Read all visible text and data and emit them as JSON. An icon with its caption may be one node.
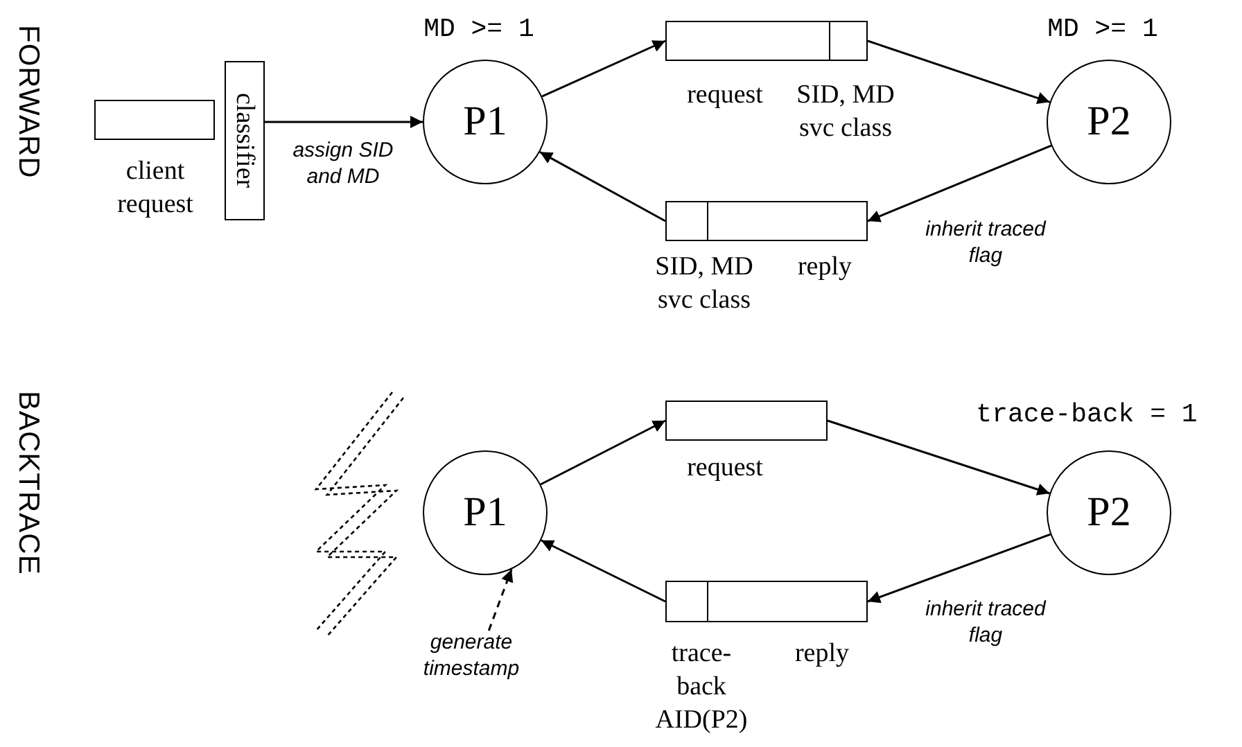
{
  "diagram": {
    "nodes": [
      {
        "text": [],
        "shape": "box",
        "beside": [
          "client request"
        ]
      },
      {
        "text": [
          "classifier"
        ]
      },
      {
        "text": [
          "P1"
        ],
        "beside": [
          "MD >= 1"
        ]
      },
      {
        "text": [],
        "shape": "bar",
        "beside": [
          "request",
          "SID, MD svc class"
        ]
      },
      {
        "text": [
          "P2"
        ],
        "beside": [
          "MD >= 1"
        ]
      },
      {
        "text": [],
        "shape": "bar",
        "beside": [
          "SID, MD svc class",
          "reply"
        ]
      },
      {
        "text": [
          "P1"
        ]
      },
      {
        "text": [],
        "shape": "bar",
        "beside": [
          "request"
        ]
      },
      {
        "text": [
          "P2"
        ],
        "beside": [
          "trace-back = 1"
        ]
      },
      {
        "text": [],
        "shape": "bar",
        "beside": [
          "trace-back AID(P2)",
          "reply"
        ]
      },
      {
        "text": [
          "generate timestamp"
        ]
      }
    ],
    "edges": [
      {
        "from": 1,
        "to": 2,
        "arrow": "to",
        "label": "assign SID and MD"
      },
      {
        "from": 2,
        "to": 3,
        "arrow": "to"
      },
      {
        "from": 3,
        "to": 4,
        "arrow": "to"
      },
      {
        "from": 4,
        "to": 5,
        "arrow": "to",
        "label": "inherit traced flag"
      },
      {
        "from": 5,
        "to": 2,
        "arrow": "to"
      },
      {
        "from": 6,
        "to": 7,
        "arrow": "to"
      },
      {
        "from": 7,
        "to": 8,
        "arrow": "to"
      },
      {
        "from": 8,
        "to": 9,
        "arrow": "to",
        "label": "inherit traced flag"
      },
      {
        "from": 9,
        "to": 6,
        "arrow": "to"
      },
      {
        "from": 10,
        "to": 6,
        "arrow": "to",
        "style": "dashed"
      }
    ],
    "labels": [
      "FORWARD",
      "BACKTRACE"
    ]
  }
}
